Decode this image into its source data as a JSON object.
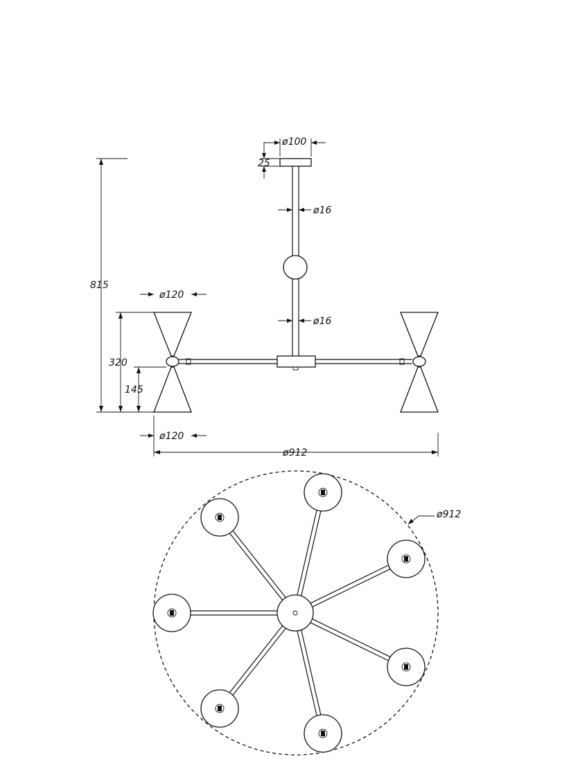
{
  "side_view": {
    "dim_canopy_diameter": "ø100",
    "dim_canopy_height": "25",
    "dim_rod_upper": "ø16",
    "dim_rod_lower": "ø16",
    "dim_overall_height": "815",
    "dim_shade_top": "ø120",
    "dim_shade_bottom": "ø120",
    "dim_shade_height": "320",
    "dim_lower_height": "145",
    "dim_overall_width": "ø912"
  },
  "top_view": {
    "dim_outer_diameter": "ø912",
    "arm_count": 7
  }
}
